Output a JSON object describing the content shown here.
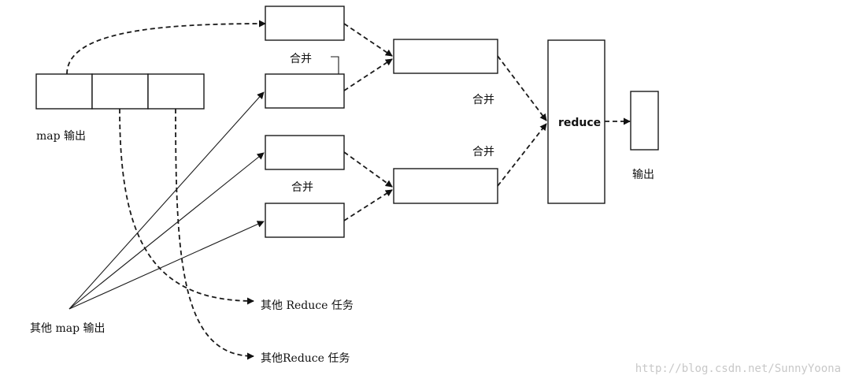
{
  "labels": {
    "map_output": "map 输出",
    "other_map_output": "其他 map 输出",
    "merge_top_small": "合并",
    "merge_bottom_small": "合并",
    "merge_right_top": "合并",
    "merge_right_bottom": "合并",
    "reduce": "reduce",
    "output": "输出",
    "other_reduce_1": "其他 Reduce 任务",
    "other_reduce_2": "其他Reduce 任务"
  },
  "watermark": "http://blog.csdn.net/SunnyYoona"
}
